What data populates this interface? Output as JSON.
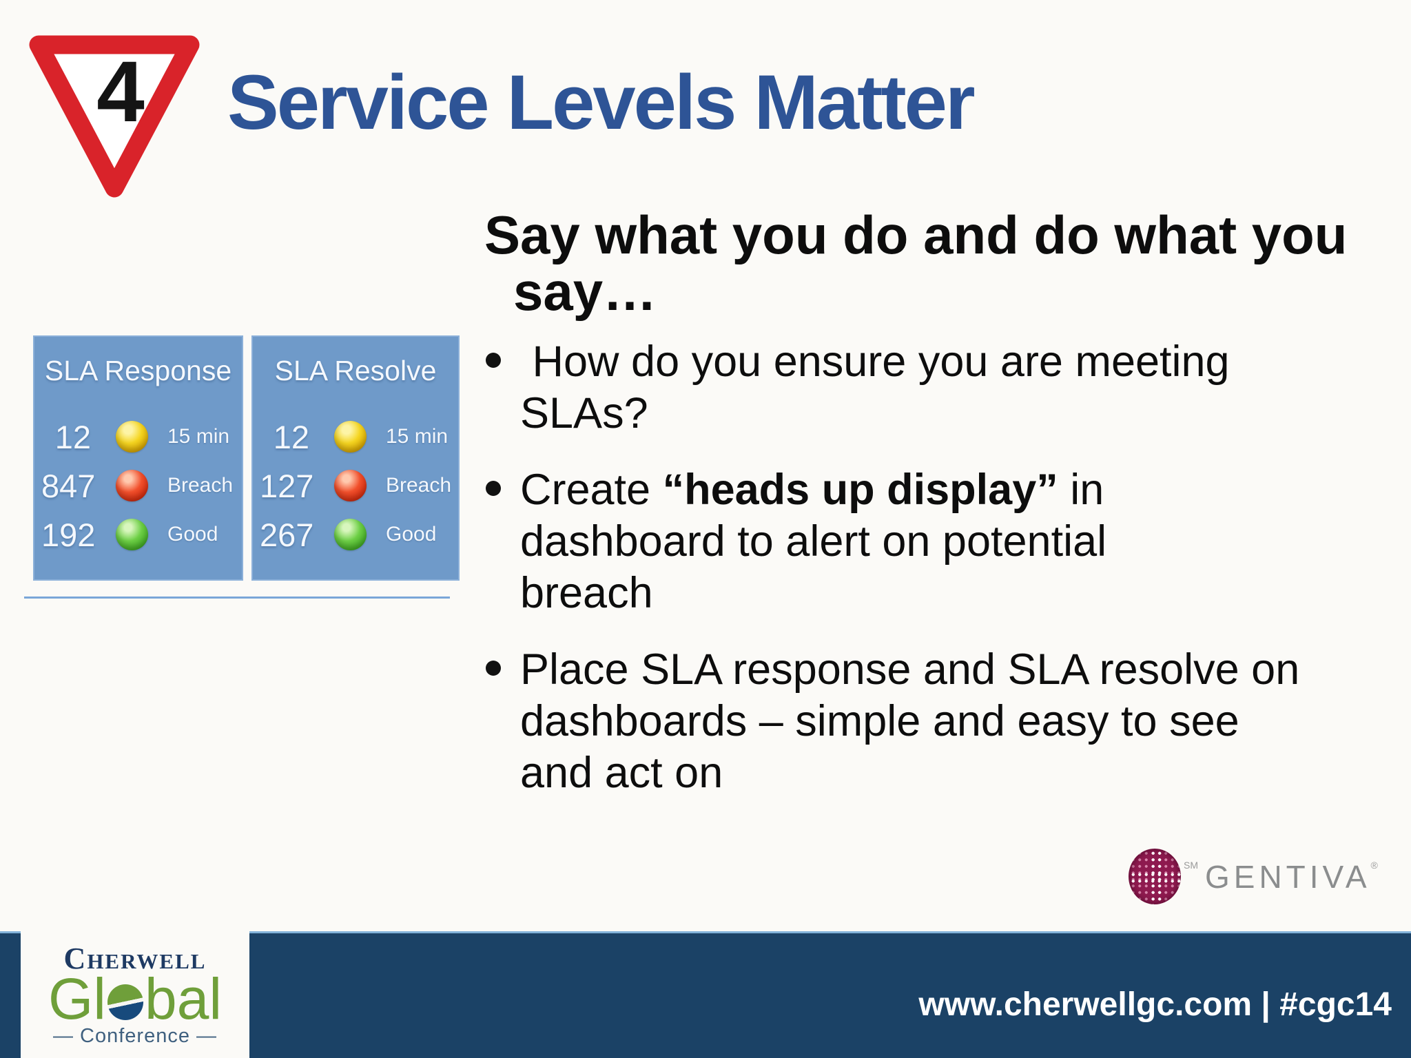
{
  "slide": {
    "background": "#fbfaf7",
    "sign": {
      "number": "4"
    },
    "title": {
      "text": "Service Levels Matter",
      "color": "#2e5496"
    },
    "heading": {
      "line1": "Say what you do and do what you",
      "line2": "say…"
    },
    "bullets": [
      {
        "lines": [
          " How do you ensure you are meeting",
          "SLAs?"
        ]
      },
      {
        "line1_pre": "Create ",
        "line1_bold": "“heads up display”",
        "line1_post": " in",
        "line2": "dashboard to alert on potential",
        "line3": "breach"
      },
      {
        "lines": [
          "Place SLA response and SLA resolve on",
          "dashboards – simple and easy to see",
          "and act on"
        ]
      }
    ]
  },
  "panels": [
    {
      "title": "SLA Response",
      "rows": [
        {
          "value": "12",
          "status": "yellow",
          "label": "15 min"
        },
        {
          "value": "847",
          "status": "red",
          "label": "Breach"
        },
        {
          "value": "192",
          "status": "green",
          "label": "Good"
        }
      ]
    },
    {
      "title": "SLA Resolve",
      "rows": [
        {
          "value": "12",
          "status": "yellow",
          "label": "15 min"
        },
        {
          "value": "127",
          "status": "red",
          "label": "Breach"
        },
        {
          "value": "267",
          "status": "green",
          "label": "Good"
        }
      ]
    }
  ],
  "status_colors": {
    "yellow": "#f2c40f",
    "red": "#e63e1e",
    "green": "#46bf2e"
  },
  "panel_color": "#6f9ac9",
  "logos": {
    "gentiva": {
      "name": "GENTIVA",
      "sm": "SM",
      "reg": "®"
    },
    "cherwell": {
      "brand": "Cherwell",
      "global_pre": "Gl",
      "global_post": "bal",
      "conference": "— Conference —"
    }
  },
  "footer": {
    "url": "www.cherwellgc.com | #cgc14",
    "bar_color": "#1b4266"
  }
}
